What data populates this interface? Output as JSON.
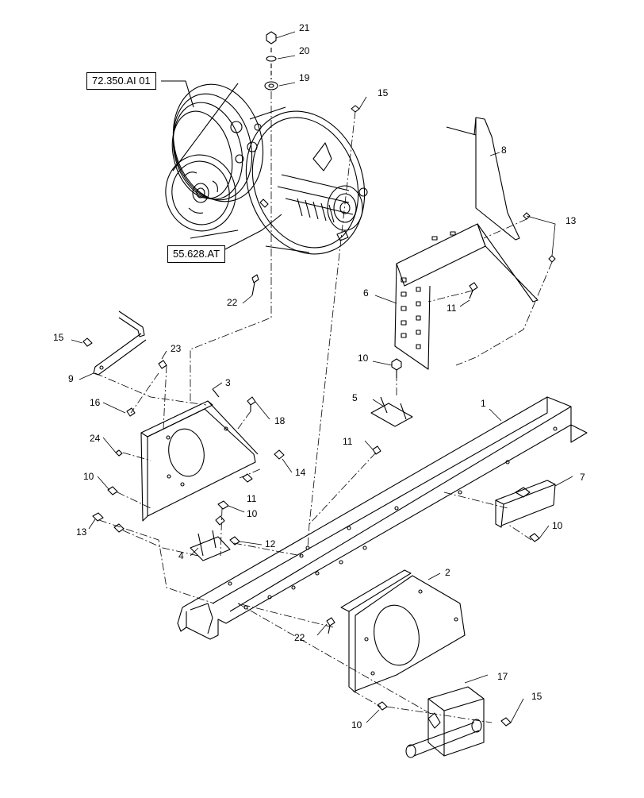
{
  "references": {
    "pulley_assembly": "72.350.AI 01",
    "drive_assembly": "55.628.AT"
  },
  "callouts": {
    "c21": "21",
    "c20": "20",
    "c19": "19",
    "c15a": "15",
    "c8": "8",
    "c13a": "13",
    "c6": "6",
    "c11a": "11",
    "c22a": "22",
    "c15b": "15",
    "c23": "23",
    "c9": "9",
    "c3": "3",
    "c10a": "10",
    "c16": "16",
    "c18": "18",
    "c5": "5",
    "c24": "24",
    "c14": "14",
    "c11b": "11",
    "c1": "1",
    "c10b": "10",
    "c11c": "11",
    "c10c": "10",
    "c13b": "13",
    "c12": "12",
    "c7": "7",
    "c4": "4",
    "c10d": "10",
    "c2": "2",
    "c22b": "22",
    "c17": "17",
    "c15c": "15",
    "c10e": "10"
  }
}
